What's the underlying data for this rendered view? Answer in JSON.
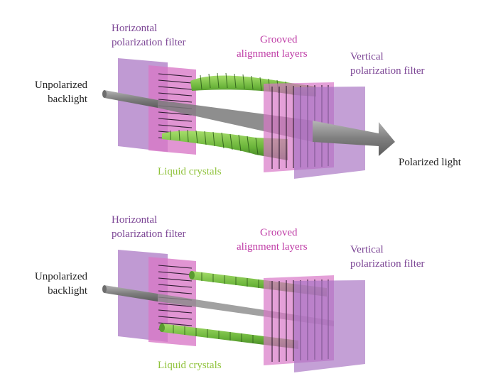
{
  "colors": {
    "filter_purple": "#a873c2",
    "alignment_magenta": "#d877c7",
    "crystal_green": "#7bc043",
    "beam_gray": "#8a8a8a",
    "label_purple": "#7d4796",
    "label_magenta": "#bf3ca6",
    "label_green": "#8fc23a",
    "label_black": "#222222"
  },
  "panels": [
    {
      "labels": {
        "horizontal_filter": [
          "Horizontal",
          "polarization filter"
        ],
        "grooved_layers": [
          "Grooved",
          "alignment layers"
        ],
        "vertical_filter": [
          "Vertical",
          "polarization filter"
        ],
        "backlight": [
          "Unpolarized",
          "backlight"
        ],
        "liquid_crystals": "Liquid crystals",
        "output": "Polarized light"
      }
    },
    {
      "labels": {
        "horizontal_filter": [
          "Horizontal",
          "polarization filter"
        ],
        "grooved_layers": [
          "Grooved",
          "alignment layers"
        ],
        "vertical_filter": [
          "Vertical",
          "polarization filter"
        ],
        "backlight": [
          "Unpolarized",
          "backlight"
        ],
        "liquid_crystals": "Liquid crystals"
      }
    }
  ]
}
